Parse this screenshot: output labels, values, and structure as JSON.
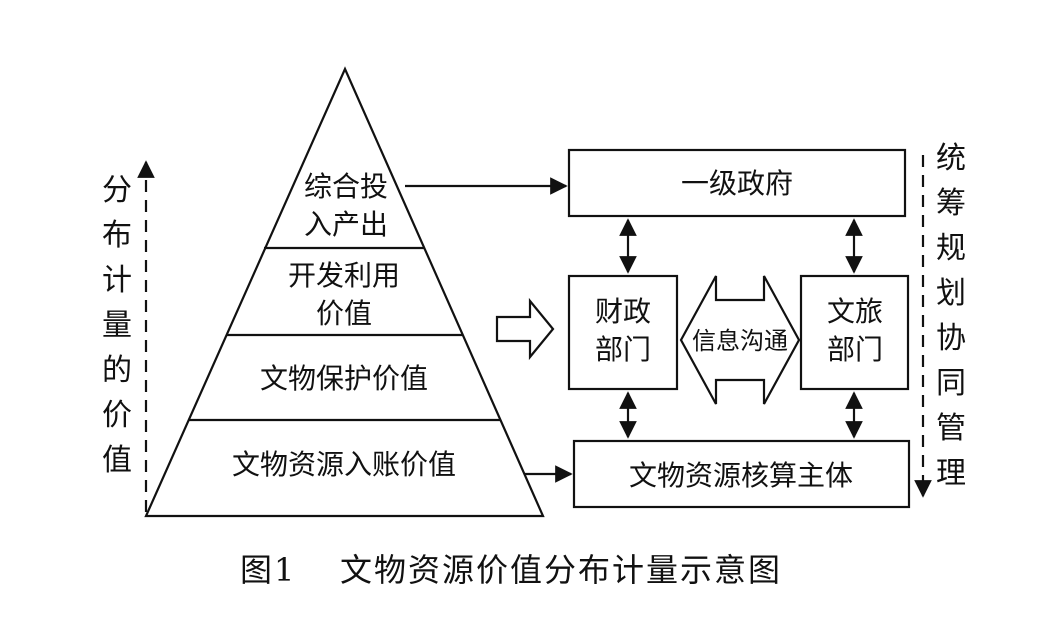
{
  "pyramid": {
    "levels": [
      {
        "lines": [
          "综合投",
          "入产出"
        ]
      },
      {
        "lines": [
          "开发利用",
          "价值"
        ]
      },
      {
        "lines": [
          "文物保护价值"
        ]
      },
      {
        "lines": [
          "文物资源入账价值"
        ]
      }
    ]
  },
  "left_axis_label": [
    "分",
    "布",
    "计",
    "量",
    "的",
    "价",
    "值"
  ],
  "right_axis_label": [
    "统",
    "筹",
    "规",
    "划",
    "协",
    "同",
    "管",
    "理"
  ],
  "boxes": {
    "top": "一级政府",
    "left": [
      "财政",
      "部门"
    ],
    "right": [
      "文旅",
      "部门"
    ],
    "bottom": "文物资源核算主体"
  },
  "double_arrow_label": "信息沟通",
  "caption": {
    "number": "图1",
    "title": "文物资源价值分布计量示意图"
  }
}
